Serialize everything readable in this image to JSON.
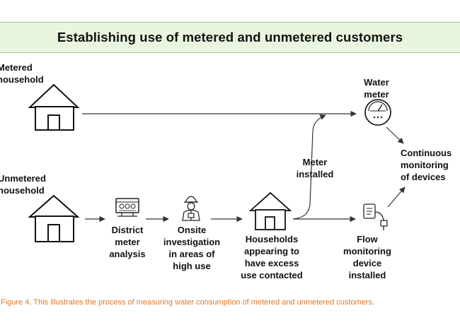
{
  "title": "Establishing use of metered and unmetered customers",
  "nodes": {
    "metered_household": "Metered\nhousehold",
    "unmetered_household": "Unmetered\nhousehold",
    "district_meter": "District\nmeter\nanalysis",
    "onsite_investigation": "Onsite\ninvestigation\nin areas of\nhigh use",
    "households_contacted": "Households\nappearing to\nhave excess\nuse contacted",
    "meter_installed": "Meter\ninstalled",
    "water_meter": "Water\nmeter",
    "flow_device": "Flow\nmonitoring\ndevice\ninstalled",
    "continuous_monitoring": "Continuous\nmonitoring\nof devices"
  },
  "caption": "Figure 4. This illustrates the process of measuring water consumption of metered and unmetered customers.",
  "colors": {
    "banner_bg": "#eaf5df",
    "banner_border": "#9cc87e",
    "caption": "#e0792b",
    "line": "#333333"
  },
  "icons": [
    "house-icon",
    "district-meter-panel-icon",
    "worker-icon",
    "water-meter-icon",
    "flow-device-icon"
  ]
}
